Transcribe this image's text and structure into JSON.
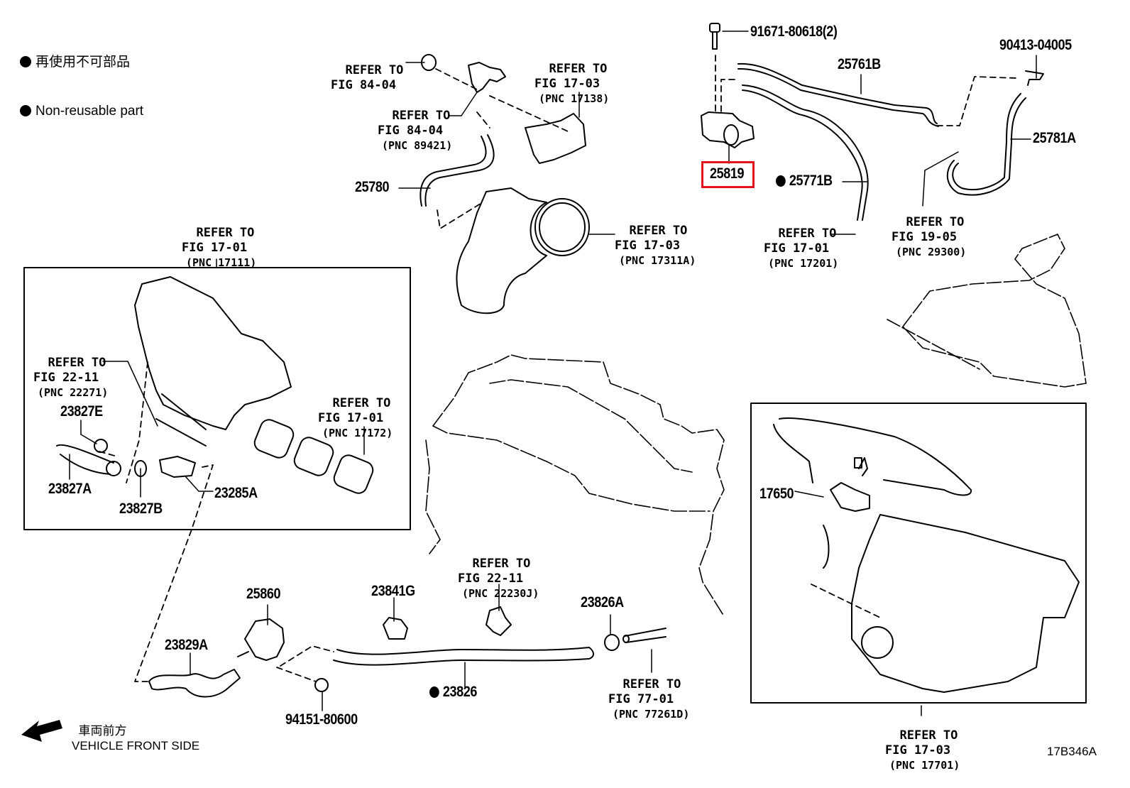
{
  "legend": {
    "non_reusable_jp": "再使用不可部品",
    "non_reusable_en": "Non-reusable part",
    "marker_icon": "filled-circle"
  },
  "direction": {
    "label_jp": "車両前方",
    "label_en": "VEHICLE FRONT SIDE",
    "icon": "arrow-left-down"
  },
  "diagram_code": "17B346A",
  "highlight": {
    "part": "25819",
    "color": "#e3141b"
  },
  "parts": {
    "p91671": "91671-80618(2)",
    "p90413": "90413-04005",
    "p25761B": "25761B",
    "p25781A": "25781A",
    "p25819": "25819",
    "p25771B": "25771B",
    "p25780": "25780",
    "p23827E": "23827E",
    "p23827A": "23827A",
    "p23827B": "23827B",
    "p23285A": "23285A",
    "p25860": "25860",
    "p23841G": "23841G",
    "p23826A": "23826A",
    "p23826": "23826",
    "p23829A": "23829A",
    "p94151": "94151-80600",
    "p17650": "17650"
  },
  "non_reusable_parts": [
    "25771B",
    "23826"
  ],
  "references": [
    {
      "id": "r1",
      "line1": "REFER TO",
      "line2": "FIG 84-04",
      "pnc": ""
    },
    {
      "id": "r2",
      "line1": "REFER TO",
      "line2": "FIG 84-04",
      "pnc": "(PNC 89421)"
    },
    {
      "id": "r3",
      "line1": "REFER TO",
      "line2": "FIG 17-03",
      "pnc": "(PNC 17138)"
    },
    {
      "id": "r4",
      "line1": "REFER TO",
      "line2": "FIG 17-03",
      "pnc": "(PNC 17311A)"
    },
    {
      "id": "r5",
      "line1": "REFER TO",
      "line2": "FIG 17-01",
      "pnc": "(PNC 17111)"
    },
    {
      "id": "r6",
      "line1": "REFER TO",
      "line2": "FIG 22-11",
      "pnc": "(PNC 22271)"
    },
    {
      "id": "r7",
      "line1": "REFER TO",
      "line2": "FIG 17-01",
      "pnc": "(PNC 17172)"
    },
    {
      "id": "r8",
      "line1": "REFER TO",
      "line2": "FIG 17-01",
      "pnc": "(PNC 17201)"
    },
    {
      "id": "r9",
      "line1": "REFER TO",
      "line2": "FIG 19-05",
      "pnc": "(PNC 29300)"
    },
    {
      "id": "r10",
      "line1": "REFER TO",
      "line2": "FIG 22-11",
      "pnc": "(PNC 22230J)"
    },
    {
      "id": "r11",
      "line1": "REFER TO",
      "line2": "FIG 77-01",
      "pnc": "(PNC 77261D)"
    },
    {
      "id": "r12",
      "line1": "REFER TO",
      "line2": "FIG 17-03",
      "pnc": "(PNC 17701)"
    }
  ]
}
